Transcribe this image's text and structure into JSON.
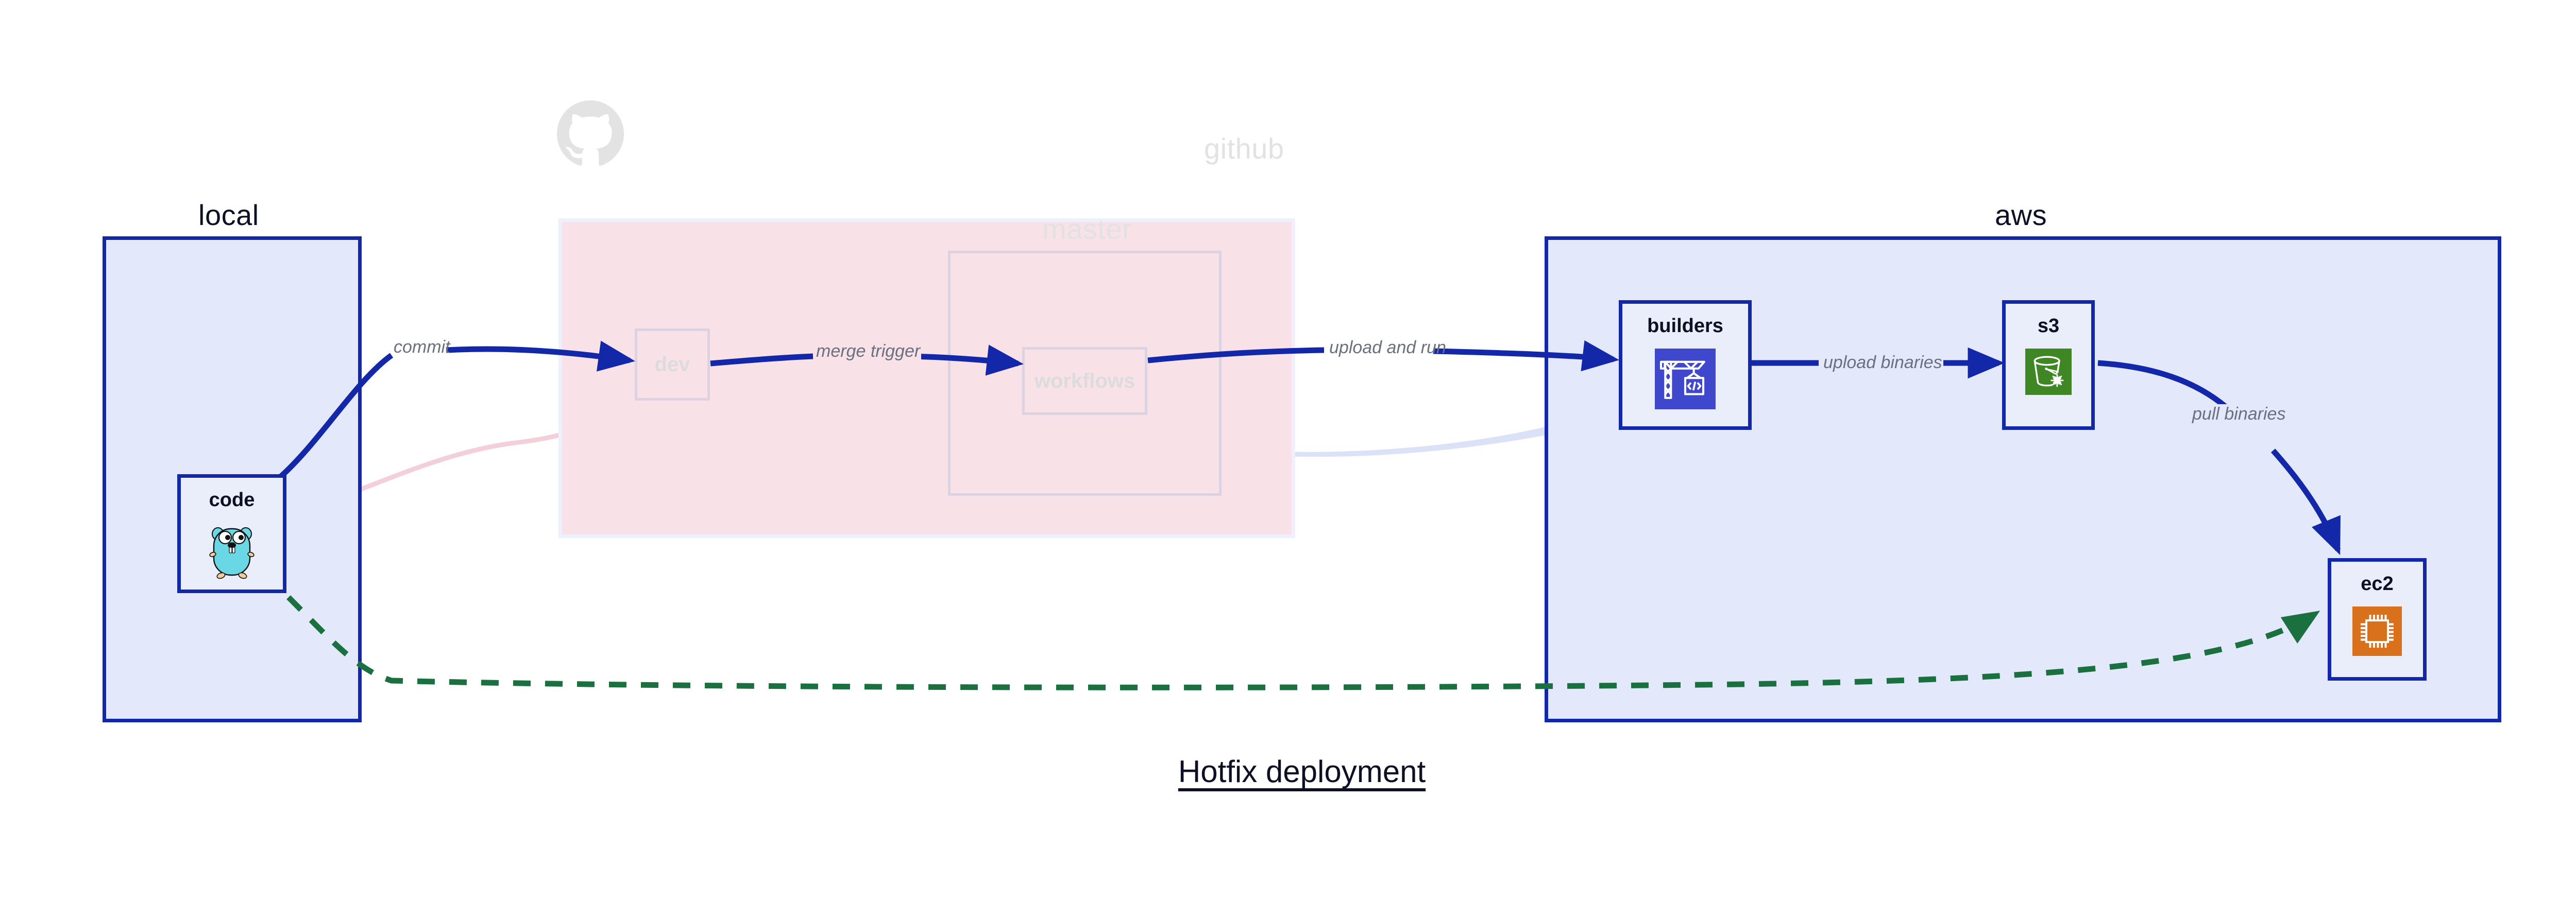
{
  "figure": {
    "caption": "Hotfix deployment"
  },
  "clusters": [
    {
      "id": "local",
      "label": "local",
      "faded": false
    },
    {
      "id": "github",
      "label": "github",
      "faded": true
    },
    {
      "id": "aws",
      "label": "aws",
      "faded": false
    }
  ],
  "branches": [
    {
      "id": "master",
      "label": "master",
      "faded": true
    }
  ],
  "nodes": [
    {
      "id": "code",
      "label": "code",
      "icon": "go-gopher-icon",
      "faded": false
    },
    {
      "id": "dev",
      "label": "dev",
      "icon": "none",
      "faded": true
    },
    {
      "id": "workflows",
      "label": "workflows",
      "icon": "none",
      "faded": true
    },
    {
      "id": "builders",
      "label": "builders",
      "icon": "aws-codebuild-icon",
      "faded": false
    },
    {
      "id": "s3",
      "label": "s3",
      "icon": "aws-s3-glacier-icon",
      "faded": false
    },
    {
      "id": "ec2",
      "label": "ec2",
      "icon": "aws-ec2-icon",
      "faded": false
    }
  ],
  "edges": [
    {
      "id": "code-dev",
      "from": "code",
      "to": "dev",
      "label": "commit",
      "style": "solid",
      "color": "#1328a8",
      "faded": false
    },
    {
      "id": "dev-workflows",
      "from": "dev",
      "to": "workflows",
      "label": "merge trigger",
      "style": "solid",
      "color": "#1328a8",
      "faded": false
    },
    {
      "id": "workflows-builders",
      "from": "workflows",
      "to": "builders",
      "label": "upload and run",
      "style": "solid",
      "color": "#1328a8",
      "faded": false
    },
    {
      "id": "builders-s3",
      "from": "builders",
      "to": "s3",
      "label": "upload binaries",
      "style": "solid",
      "color": "#1328a8",
      "faded": false
    },
    {
      "id": "s3-ec2",
      "from": "s3",
      "to": "ec2",
      "label": "pull binaries",
      "style": "solid",
      "color": "#1328a8",
      "faded": false
    },
    {
      "id": "code-ec2-hotfix",
      "from": "code",
      "to": "ec2",
      "label": "",
      "style": "dashed",
      "color": "#1b7040",
      "faded": false
    },
    {
      "id": "ghost-code-dev",
      "from": "code",
      "to": "dev",
      "label": "",
      "style": "solid",
      "color": "#f3d9e0",
      "faded": true
    },
    {
      "id": "ghost-dev-wf",
      "from": "dev",
      "to": "workflows",
      "label": "",
      "style": "solid",
      "color": "#ded9e6",
      "faded": true
    },
    {
      "id": "ghost-wf-builders",
      "from": "workflows",
      "to": "builders",
      "label": "",
      "style": "solid",
      "color": "#dde3f6",
      "faded": true
    }
  ],
  "colors": {
    "cluster_fill_blue": "#e3e8fa",
    "cluster_fill_pink": "#f8e2e8",
    "cluster_border_blue": "#1328a8",
    "node_fill": "#eaeefb",
    "edge_blue": "#1328a8",
    "edge_green": "#1b7040",
    "label_grey": "#6b707f",
    "faded_grey": "#e2e2e4",
    "aws_codebuild_bg": "#3f48cc",
    "aws_s3_bg": "#3f8624",
    "aws_ec2_bg": "#d9701b",
    "gopher_body": "#6ad7e5",
    "text_dark": "#0d1024"
  }
}
